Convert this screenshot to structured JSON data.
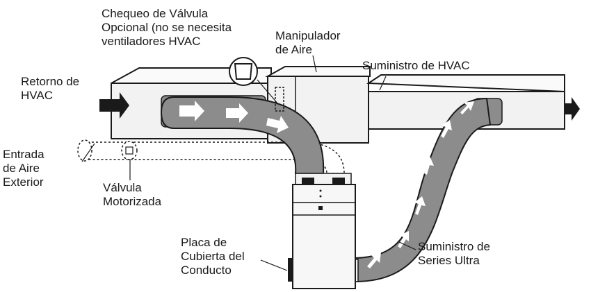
{
  "labels": {
    "check_valve": [
      "Chequeo de Válvula",
      "Opcional (no se necesita",
      "ventiladores HVAC"
    ],
    "air_handler": [
      "Manipulador",
      "de Aire"
    ],
    "hvac_return": [
      "Retorno de",
      "HVAC"
    ],
    "hvac_supply": "Suministro de HVAC",
    "outside_air": [
      "Entrada",
      "de Aire",
      "Exterior"
    ],
    "motorized_valve": [
      "Válvula",
      "Motorizada"
    ],
    "duct_cover": [
      "Placa de",
      "Cubierta del",
      "Conducto"
    ],
    "ultra_supply": [
      "Suministro de",
      "Series Ultra"
    ]
  },
  "colors": {
    "duct_fill": "#f2f2f2",
    "flex_duct": "#8c8c8c",
    "outline": "#1a1a1a",
    "arrow": "#ffffff"
  }
}
